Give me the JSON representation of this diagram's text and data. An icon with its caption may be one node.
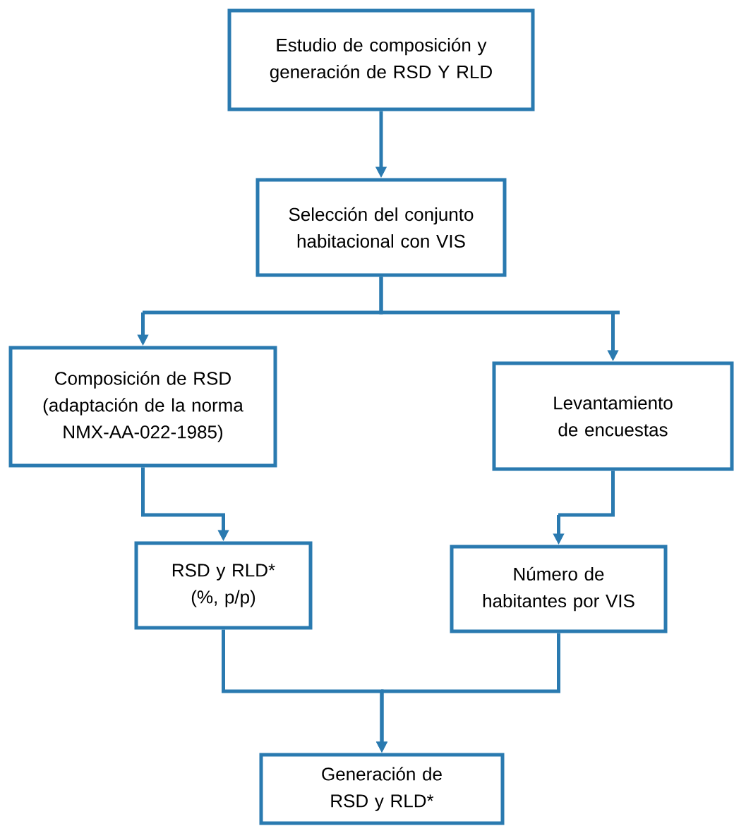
{
  "diagram": {
    "nodes": [
      {
        "text": [
          "Estudio de composición y generación de RSD Y RLD"
        ]
      },
      {
        "text": [
          "Selección del conjunto habitacional con VIS"
        ]
      },
      {
        "text": [
          "Composición de RSD",
          "(adaptación de la norma NMX-AA-022-1985)"
        ]
      },
      {
        "text": [
          "Levantamiento de encuestas"
        ]
      },
      {
        "text": [
          "RSD y RLD*",
          "(%, p/p)"
        ]
      },
      {
        "text": [
          "Número de habitantes por VIS"
        ]
      },
      {
        "text": [
          "Generación de RSD y RLD*"
        ]
      }
    ],
    "edges": [
      {
        "from": 0,
        "to": 1,
        "arrow": "to"
      },
      {
        "from": 1,
        "to": 2,
        "arrow": "to"
      },
      {
        "from": 1,
        "to": 3,
        "arrow": "to"
      },
      {
        "from": 2,
        "to": 4,
        "arrow": "to"
      },
      {
        "from": 3,
        "to": 5,
        "arrow": "to"
      },
      {
        "from": 4,
        "to": 6,
        "arrow": "to"
      },
      {
        "from": 5,
        "to": 6,
        "arrow": "to"
      }
    ]
  }
}
